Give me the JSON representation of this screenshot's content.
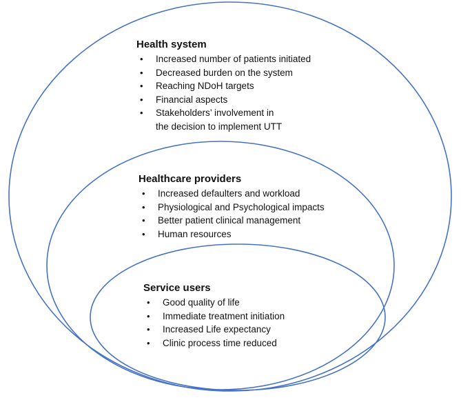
{
  "colors": {
    "ellipse_stroke": "#4472c4",
    "text": "#111111",
    "background": "#ffffff"
  },
  "groups": {
    "health_system": {
      "title": "Health system",
      "items": [
        "Increased number of patients initiated",
        "Decreased burden on the system",
        "Reaching NDoH targets",
        "Financial aspects",
        "Stakeholders’ involvement in the decision to implement UTT"
      ],
      "item_5_line_1": "Stakeholders’ involvement in",
      "item_5_line_2": "the decision to implement UTT"
    },
    "healthcare_providers": {
      "title": "Healthcare providers",
      "items": [
        "Increased defaulters and workload",
        "Physiological and Psychological impacts",
        "Better patient clinical management",
        "Human resources"
      ]
    },
    "service_users": {
      "title": "Service users",
      "items": [
        "Good quality of life",
        "Immediate treatment initiation",
        "Increased Life expectancy",
        "Clinic process time reduced"
      ]
    },
    "bullet_glyph": "•"
  }
}
